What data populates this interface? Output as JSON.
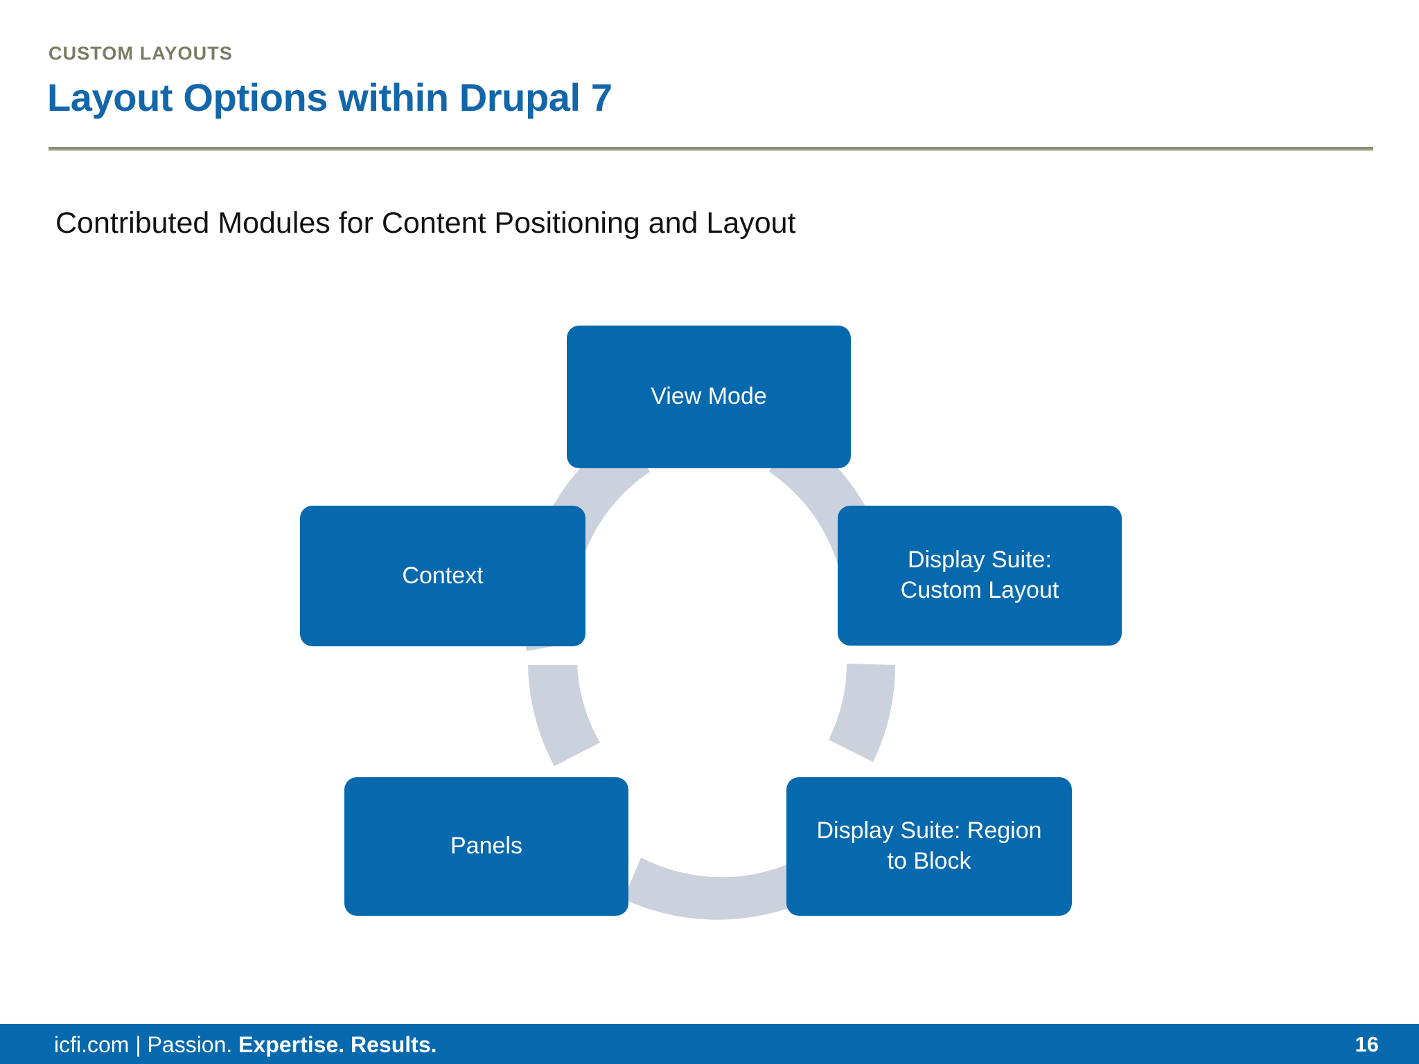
{
  "slide": {
    "eyebrow": "CUSTOM LAYOUTS",
    "title": "Layout Options within Drupal 7",
    "subtitle": "Contributed Modules for Content Positioning and Layout"
  },
  "colors": {
    "brand_blue": "#0669ad",
    "title_blue": "#1266a9",
    "eyebrow_olive": "#7b7b63",
    "rule_gray": "#8f8f79",
    "arc_gray_blue": "#ccd1de",
    "node_text": "#ffffff",
    "body_text": "#111111",
    "background": "#ffffff"
  },
  "diagram": {
    "type": "cycle",
    "name": "contributed-modules-cycle",
    "direction": "clockwise",
    "nodes": [
      {
        "id": "view-mode",
        "label": "View Mode",
        "position": "top"
      },
      {
        "id": "ds-custom",
        "label": "Display Suite:\nCustom Layout",
        "line1": "Display Suite:",
        "line2": "Custom Layout",
        "position": "right"
      },
      {
        "id": "ds-region",
        "label": "Display Suite: Region\nto Block",
        "line1": "Display Suite: Region",
        "line2": "to Block",
        "position": "bottom-right"
      },
      {
        "id": "panels",
        "label": "Panels",
        "position": "bottom-left"
      },
      {
        "id": "context",
        "label": "Context",
        "position": "left"
      }
    ]
  },
  "footer": {
    "brand": "icfi.com",
    "separator": "|",
    "tagline_light": "Passion.",
    "tagline_bold": "Expertise. Results.",
    "page_number": "16"
  }
}
